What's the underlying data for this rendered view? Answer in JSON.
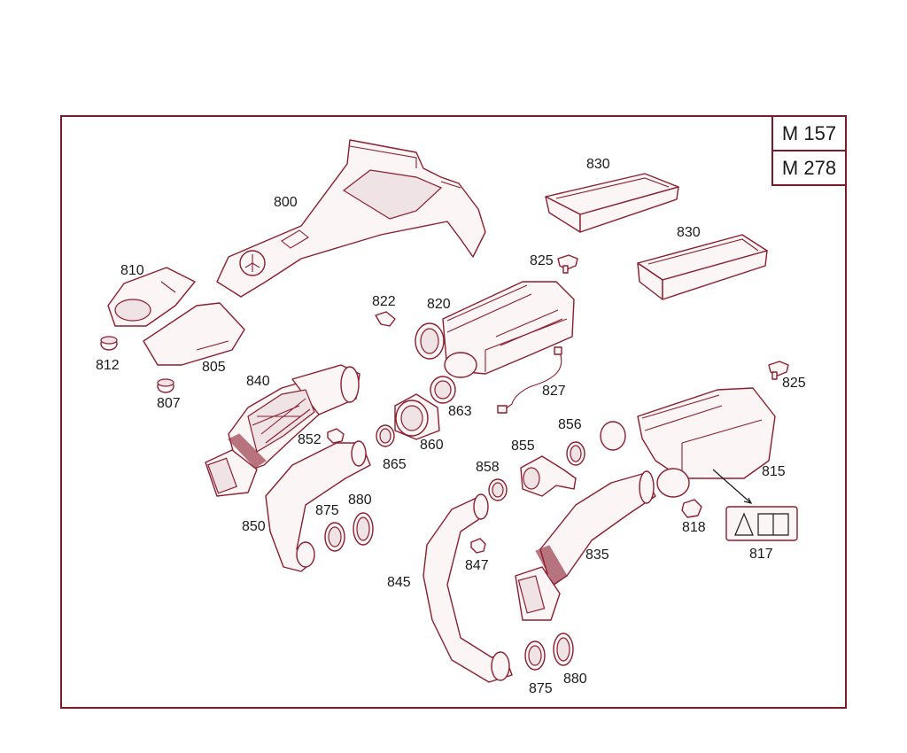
{
  "engines": [
    "M 157",
    "M 278"
  ],
  "parts": {
    "p800": "800",
    "p810": "810",
    "p812": "812",
    "p805": "805",
    "p807": "807",
    "p830a": "830",
    "p830b": "830",
    "p825a": "825",
    "p825b": "825",
    "p822": "822",
    "p820": "820",
    "p827": "827",
    "p840": "840",
    "p863": "863",
    "p860": "860",
    "p852": "852",
    "p865": "865",
    "p856": "856",
    "p855": "855",
    "p858": "858",
    "p815": "815",
    "p818": "818",
    "p817": "817",
    "p850": "850",
    "p875a": "875",
    "p880a": "880",
    "p847": "847",
    "p835": "835",
    "p845": "845",
    "p875b": "875",
    "p880b": "880"
  }
}
